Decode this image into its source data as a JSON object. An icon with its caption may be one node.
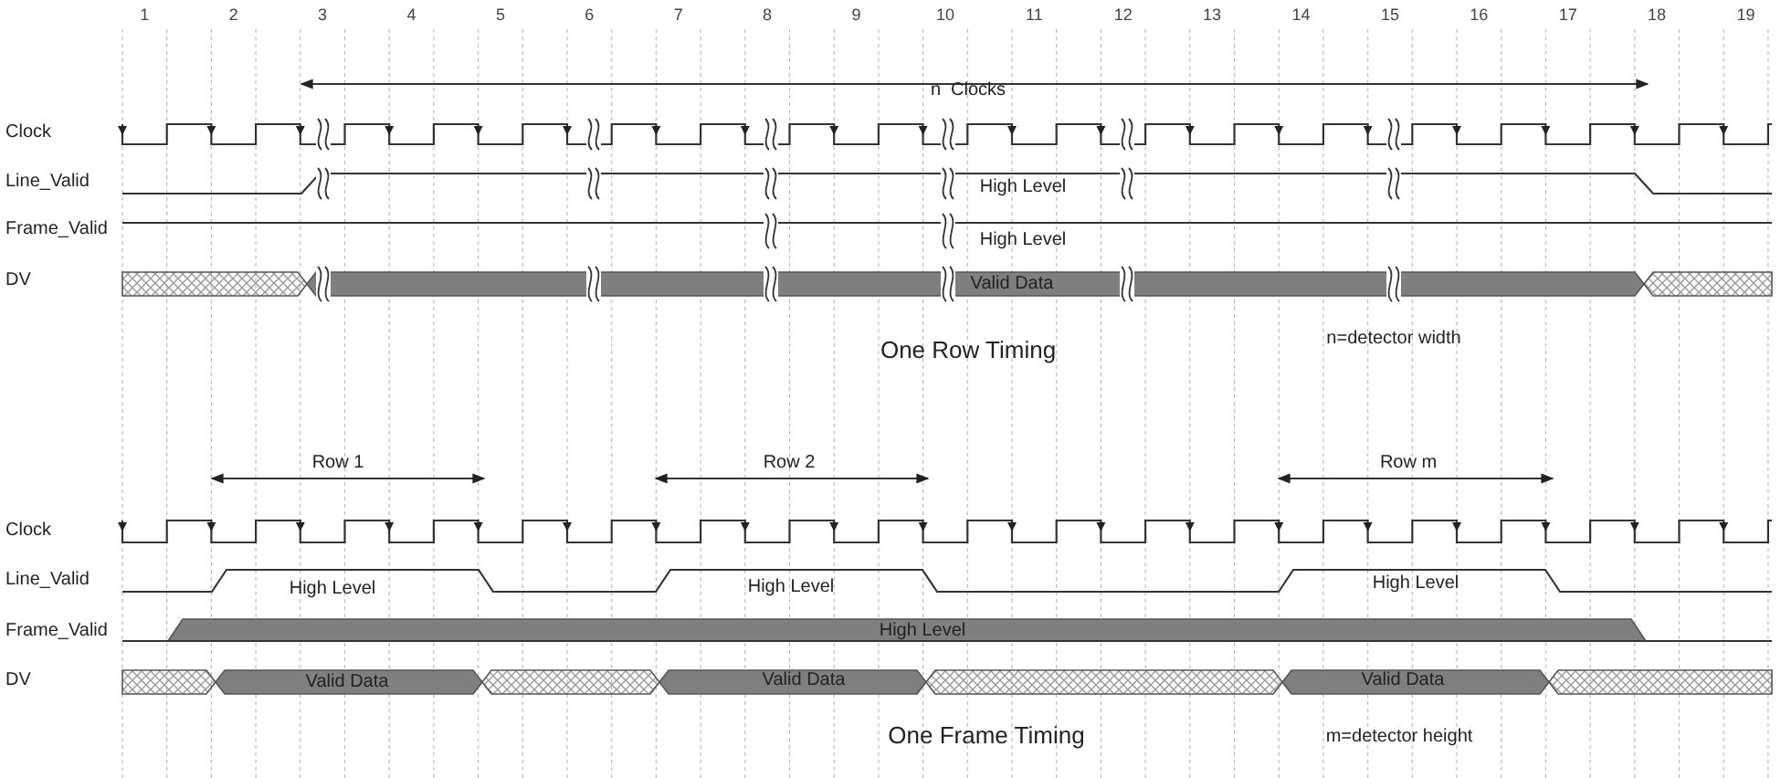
{
  "diagram": {
    "labels": [
      "1",
      "2",
      "3",
      "4",
      "5",
      "6",
      "7",
      "8",
      "9",
      "10",
      "11",
      "12",
      "13",
      "14",
      "15",
      "16",
      "17",
      "18",
      "19",
      "n  Clocks",
      "Clock",
      "Line_Valid",
      "High Level",
      "Frame_Valid",
      "High Level",
      "DV",
      "Valid Data",
      "One Row Timing",
      "n=detector width",
      "Row 1",
      "Row 2",
      "Row m",
      "Clock",
      "Line_Valid",
      "High Level",
      "High Level",
      "High Level",
      "Frame_Valid",
      "High Level",
      "DV",
      "Valid Data",
      "Valid Data",
      "Valid Data",
      "One Frame Timing",
      "m=detector height"
    ]
  }
}
